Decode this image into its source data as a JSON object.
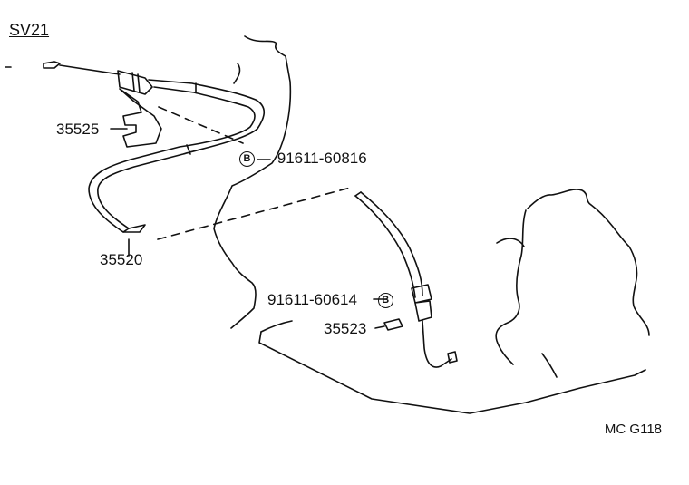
{
  "model_label": "SV21",
  "figure_code": "MC G118",
  "parts": {
    "bracket": "35525",
    "cable_upper": "35520",
    "clip": "35523",
    "bolt_upper": "91611-60816",
    "bolt_lower": "91611-60614"
  },
  "bolt_marker": "B"
}
